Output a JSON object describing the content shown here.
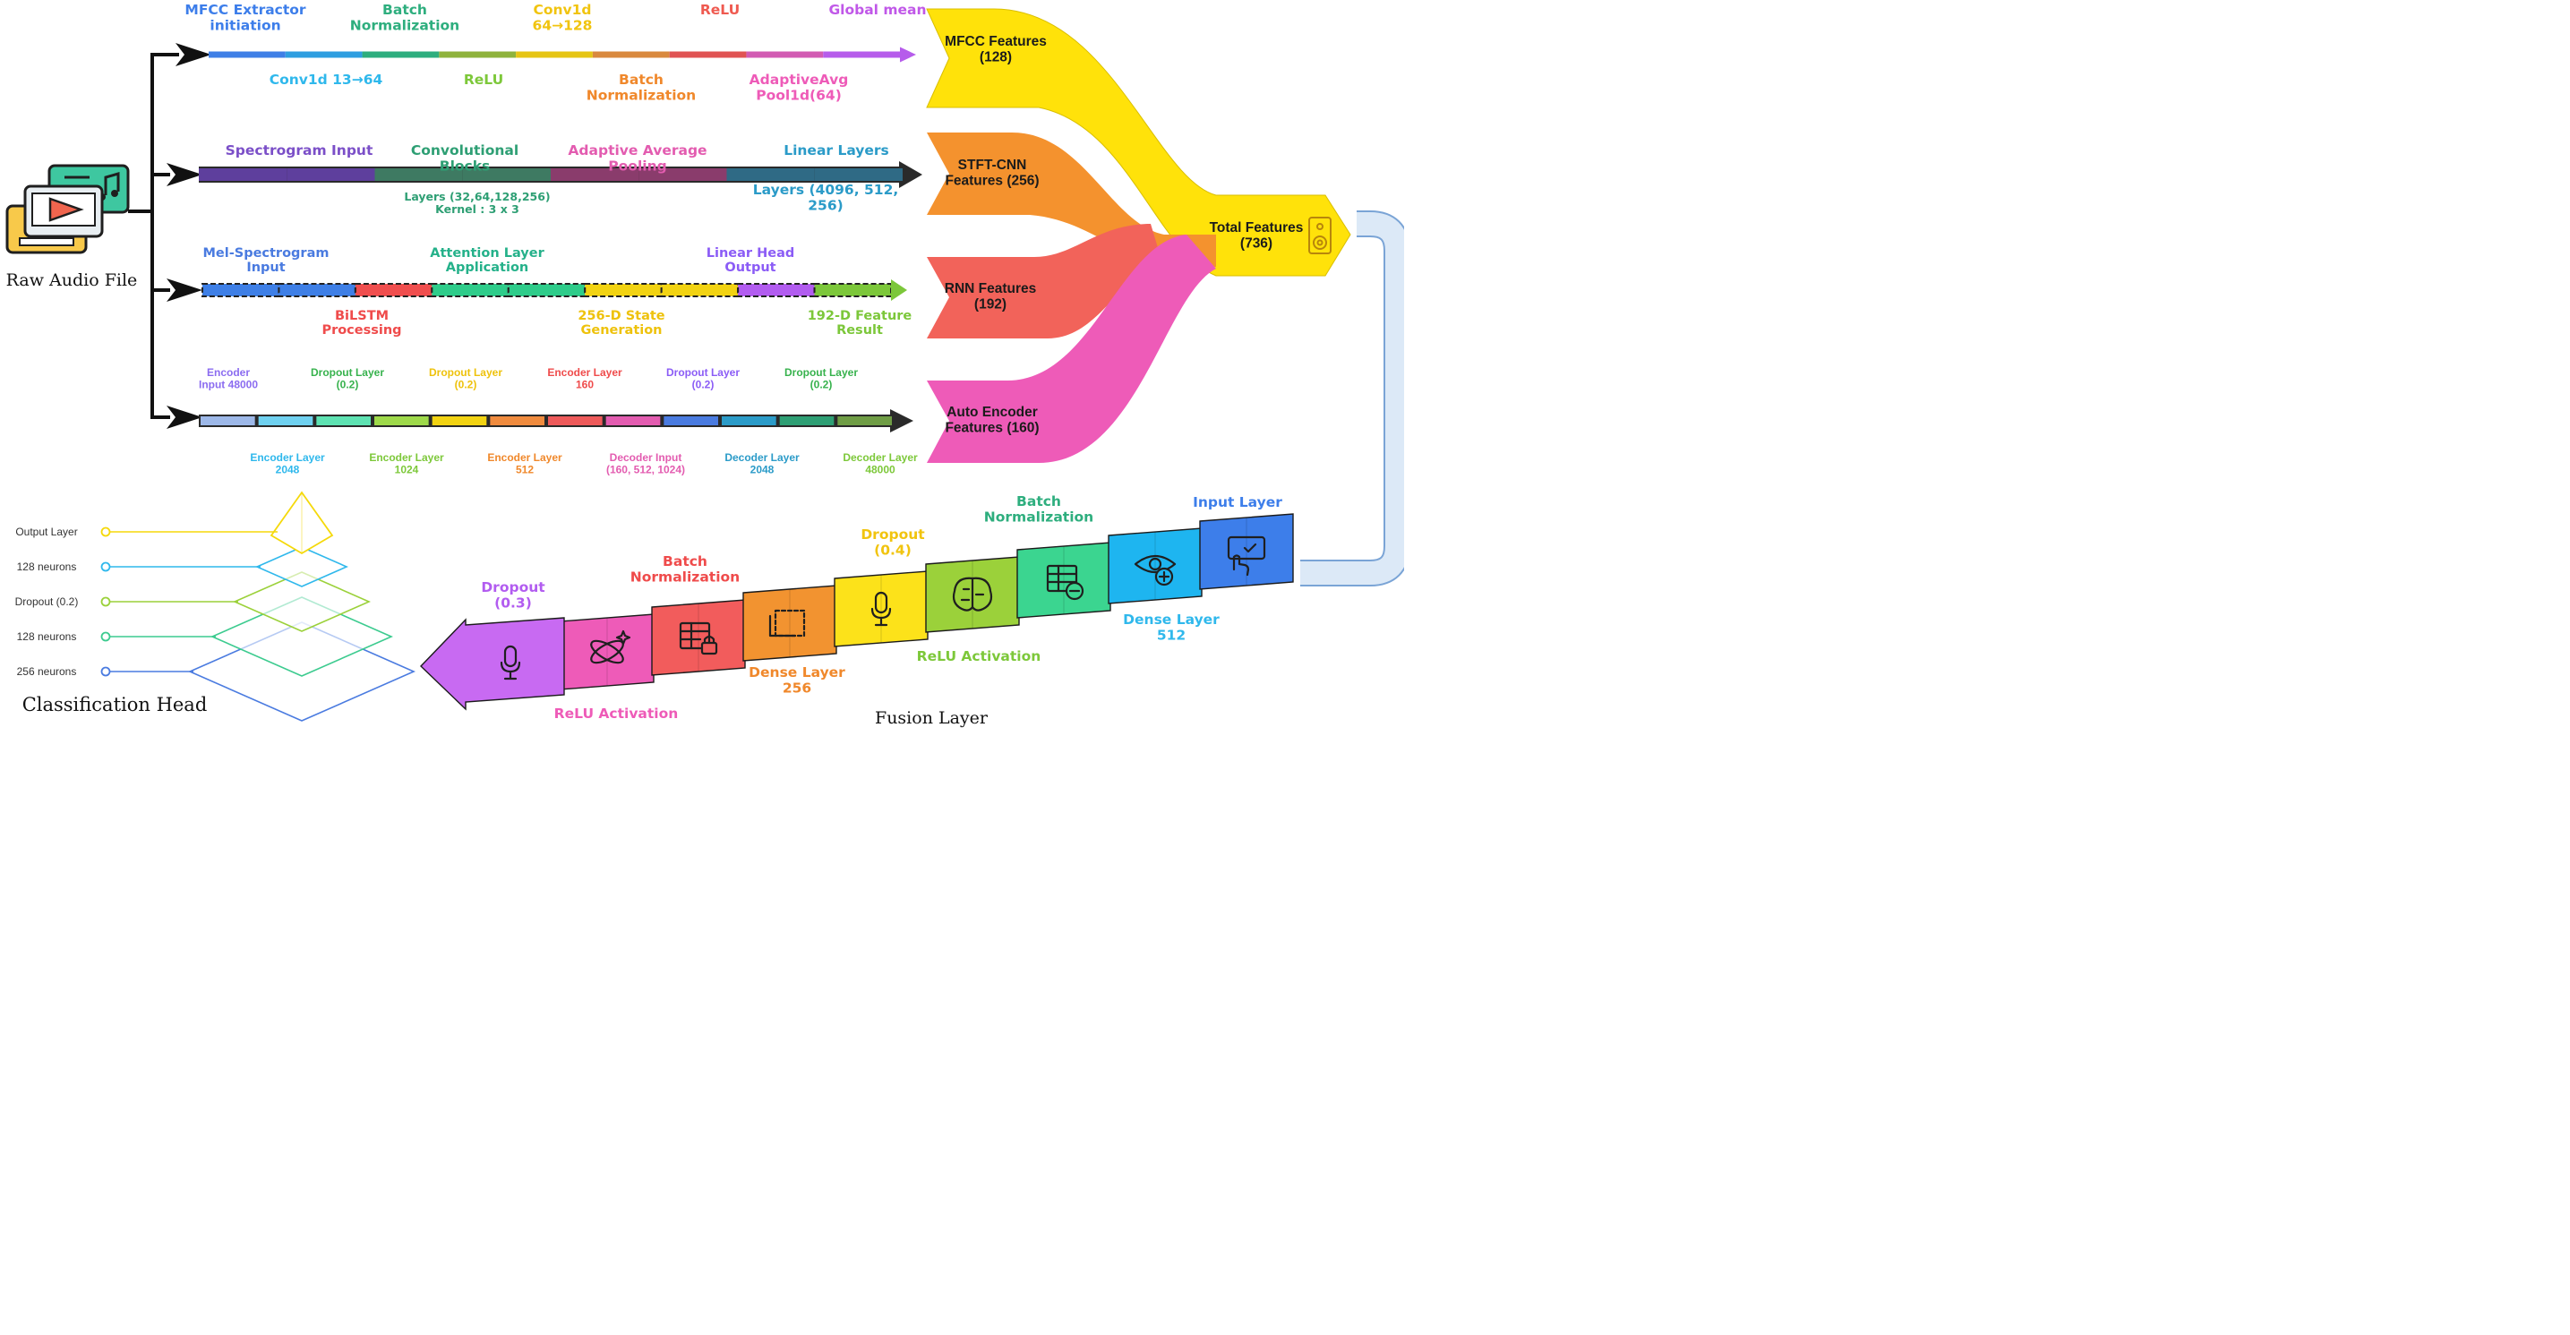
{
  "colors": {
    "mfcc": "#FFE20A",
    "stft": "#F4922E",
    "rnn": "#F2635A",
    "auto": "#EE5BB8",
    "blue": "#4A7BE0",
    "teal": "#25B18A"
  },
  "source": {
    "label": "Raw Audio File"
  },
  "branch1": {
    "top": [
      {
        "text": "MFCC Extractor\ninitiation",
        "color": "#3D7EEA"
      },
      {
        "text": "Batch\nNormalization",
        "color": "#2EAE7E"
      },
      {
        "text": "Conv1d\n64→128",
        "color": "#F1C40F"
      },
      {
        "text": "ReLU",
        "color": "#EF5A50"
      },
      {
        "text": "Global mean",
        "color": "#C058E8"
      }
    ],
    "bottom": [
      {
        "text": "Conv1d 13→64",
        "color": "#2FB8EC"
      },
      {
        "text": "ReLU",
        "color": "#7DC83A"
      },
      {
        "text": "Batch\nNormalization",
        "color": "#F0882B"
      },
      {
        "text": "AdaptiveAvg\nPool1d(64)",
        "color": "#EE5BB8"
      }
    ]
  },
  "branch2": {
    "top": [
      {
        "text": "Spectrogram Input",
        "color": "#7B4FC8"
      },
      {
        "text": "Convolutional\nBlocks",
        "color": "#2E9F74"
      },
      {
        "text": "Adaptive Average\nPooling",
        "color": "#E35CB0"
      },
      {
        "text": "Linear Layers",
        "color": "#2B9BC8"
      }
    ],
    "bottom": [
      {
        "text": "Layers (32,64,128,256)\nKernel : 3 x 3",
        "color": "#2E9F74"
      },
      {
        "text": "Layers (4096, 512,\n256)",
        "color": "#2B9BC8"
      }
    ]
  },
  "branch3": {
    "top": [
      {
        "text": "Mel-Spectrogram\nInput",
        "color": "#4A7BE0"
      },
      {
        "text": "Attention Layer\nApplication",
        "color": "#25B18A"
      },
      {
        "text": "Linear Head\nOutput",
        "color": "#8B5CF6"
      }
    ],
    "bottom": [
      {
        "text": "BiLSTM\nProcessing",
        "color": "#EF4B4B"
      },
      {
        "text": "256-D State\nGeneration",
        "color": "#EEC20C"
      },
      {
        "text": "192-D Feature\nResult",
        "color": "#7CC73A"
      }
    ]
  },
  "branch4": {
    "top": [
      {
        "text": "Encoder\nInput 48000",
        "color": "#8B6CF0"
      },
      {
        "text": "Dropout Layer\n(0.2)",
        "color": "#37B24D"
      },
      {
        "text": "Dropout Layer\n(0.2)",
        "color": "#EEC20C"
      },
      {
        "text": "Encoder Layer\n160",
        "color": "#EF4B4B"
      },
      {
        "text": "Dropout Layer\n(0.2)",
        "color": "#8B5CF6"
      },
      {
        "text": "Dropout Layer\n(0.2)",
        "color": "#37B24D"
      }
    ],
    "bottom": [
      {
        "text": "Encoder Layer\n2048",
        "color": "#2FB8EC"
      },
      {
        "text": "Encoder Layer\n1024",
        "color": "#7DC83A"
      },
      {
        "text": "Encoder Layer\n512",
        "color": "#F0882B"
      },
      {
        "text": "Decoder Input\n(160, 512, 1024)",
        "color": "#E35CB0"
      },
      {
        "text": "Decoder Layer\n2048",
        "color": "#2B9BC8"
      },
      {
        "text": "Decoder Layer\n48000",
        "color": "#7DC83A"
      }
    ]
  },
  "features": {
    "mfcc": "MFCC Features\n(128)",
    "stft": "STFT-CNN\nFeatures (256)",
    "rnn": "RNN Features\n(192)",
    "auto": "Auto Encoder\nFeatures (160)",
    "total": "Total Features\n(736)"
  },
  "fusion": {
    "title": "Fusion Layer",
    "labels": [
      {
        "text": "Input Layer",
        "color": "#3D7EEA"
      },
      {
        "text": "Batch\nNormalization",
        "color": "#2EAE7E"
      },
      {
        "text": "Dense Layer\n512",
        "color": "#2FB8EC"
      },
      {
        "text": "ReLU Activation",
        "color": "#7DC83A"
      },
      {
        "text": "Dropout\n(0.4)",
        "color": "#F1C40F"
      },
      {
        "text": "Dense Layer\n256",
        "color": "#F0882B"
      },
      {
        "text": "Batch\nNormalization",
        "color": "#EF4B4B"
      },
      {
        "text": "ReLU Activation",
        "color": "#EE5BB8"
      },
      {
        "text": "Dropout\n(0.3)",
        "color": "#B25CF0"
      }
    ],
    "icons": [
      "touch-screen-icon",
      "eye-plus-icon",
      "table-minus-icon",
      "brain-circuit-icon",
      "microphone-icon",
      "frame-icon",
      "table-lock-icon",
      "atom-icon",
      "microphone-icon"
    ]
  },
  "classification": {
    "title": "Classification Head",
    "layers": [
      {
        "text": "Output Layer",
        "color": "#F5D90A"
      },
      {
        "text": "128 neurons",
        "color": "#2FB8EC"
      },
      {
        "text": "Dropout (0.2)",
        "color": "#9BD13A"
      },
      {
        "text": "128 neurons",
        "color": "#3CCB8F"
      },
      {
        "text": "256 neurons",
        "color": "#4A7BE0"
      }
    ]
  }
}
